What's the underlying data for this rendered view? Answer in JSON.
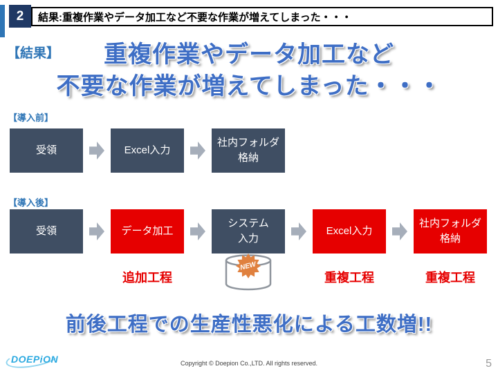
{
  "colors": {
    "accent_blue": "#2e75b6",
    "headline_blue": "#3e6ec5",
    "navy_box": "#3f4e63",
    "red_box": "#e60000",
    "arrow_gray": "#a6aeba",
    "badge_orange": "#e0813f",
    "header_number_bg": "#1f3864"
  },
  "icons": {
    "flow_arrow": "block-arrow-right",
    "database": "db-cylinder",
    "new_badge": "starburst-seal"
  },
  "header": {
    "number": "2",
    "title": "結果:重複作業やデータ加工など不要な作業が増えてしまった・・・"
  },
  "result": {
    "label": "【結果】",
    "line1": "重複作業やデータ加工など",
    "line2": "不要な作業が増えてしまった・・・"
  },
  "before": {
    "label": "【導入前】",
    "steps": [
      {
        "text": "受領"
      },
      {
        "text": "Excel入力"
      },
      {
        "text": "社内フォルダ\n格納"
      }
    ]
  },
  "after": {
    "label": "【導入後】",
    "steps": [
      {
        "text": "受領"
      },
      {
        "text": "データ加工"
      },
      {
        "text": "システム\n入力"
      },
      {
        "text": "Excel入力"
      },
      {
        "text": "社内フォルダ\n格納"
      }
    ],
    "annotations": {
      "added": "追加工程",
      "dup1": "重複工程",
      "dup2": "重複工程",
      "new_badge": "NEW"
    }
  },
  "message": "前後工程での生産性悪化による工数増!!",
  "footer": {
    "logo": "DOEPiON",
    "copyright": "Copyright ©  Doepion Co.,LTD. All rights reserved.",
    "page_number": "5"
  }
}
